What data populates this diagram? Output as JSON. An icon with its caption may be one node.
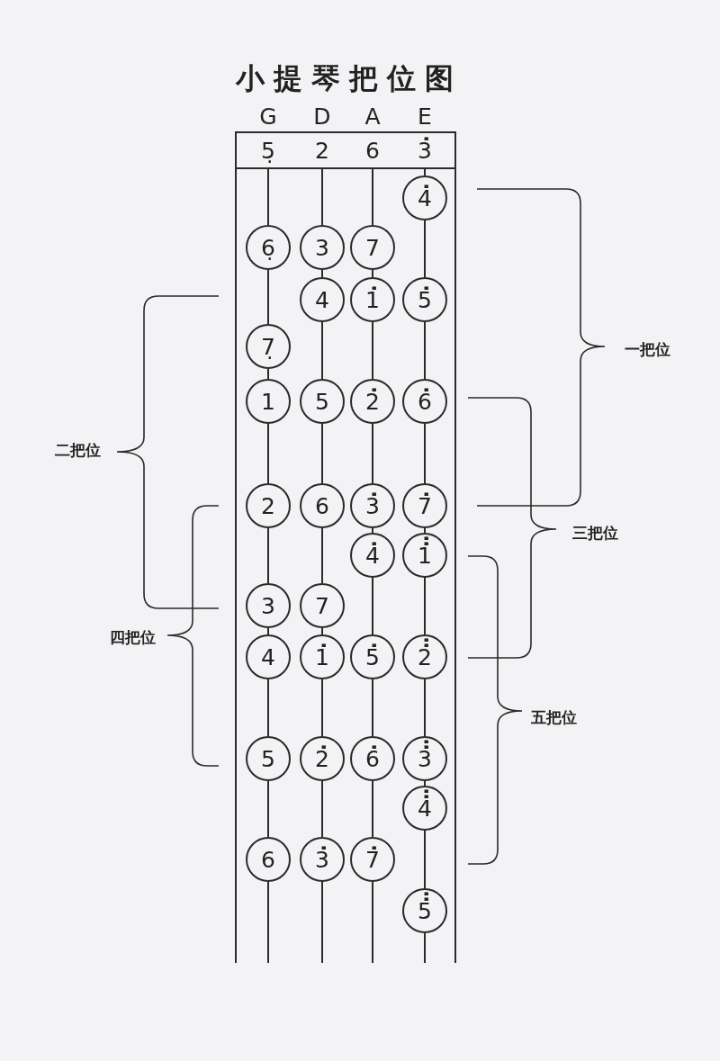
{
  "diagram": {
    "title": "小提琴把位图",
    "nodes": [
      {
        "text": [
          "5̣",
          "2",
          "6",
          "3̇"
        ]
      },
      {
        "text": [
          "4̇"
        ]
      },
      {
        "text": [
          "6̣"
        ]
      },
      {
        "text": [
          "3"
        ]
      },
      {
        "text": [
          "7"
        ]
      },
      {
        "text": [
          "4"
        ]
      },
      {
        "text": [
          "1̇"
        ]
      },
      {
        "text": [
          "5̇"
        ]
      },
      {
        "text": [
          "7̣"
        ]
      },
      {
        "text": [
          "1"
        ]
      },
      {
        "text": [
          "5"
        ]
      },
      {
        "text": [
          "2̇"
        ]
      },
      {
        "text": [
          "6̇"
        ]
      },
      {
        "text": [
          "2"
        ]
      },
      {
        "text": [
          "6"
        ]
      },
      {
        "text": [
          "3̇"
        ]
      },
      {
        "text": [
          "7̇"
        ]
      },
      {
        "text": [
          "4̇"
        ]
      },
      {
        "text": [
          "1̇̇"
        ]
      },
      {
        "text": [
          "3"
        ]
      },
      {
        "text": [
          "7"
        ]
      },
      {
        "text": [
          "4"
        ]
      },
      {
        "text": [
          "1̇"
        ]
      },
      {
        "text": [
          "5̇"
        ]
      },
      {
        "text": [
          "2̇̇"
        ]
      },
      {
        "text": [
          "5"
        ]
      },
      {
        "text": [
          "2̇"
        ]
      },
      {
        "text": [
          "6̇"
        ]
      },
      {
        "text": [
          "3̇̇"
        ]
      },
      {
        "text": [
          "4̇̇"
        ]
      },
      {
        "text": [
          "6"
        ]
      },
      {
        "text": [
          "3̇"
        ]
      },
      {
        "text": [
          "7̇"
        ]
      },
      {
        "text": [
          "5̇̇"
        ]
      }
    ],
    "edges": [
      {
        "from": 0,
        "to": 2,
        "arrow": "none"
      },
      {
        "from": 2,
        "to": 8,
        "arrow": "none"
      },
      {
        "from": 8,
        "to": 9,
        "arrow": "none"
      },
      {
        "from": 9,
        "to": 13,
        "arrow": "none"
      },
      {
        "from": 13,
        "to": 19,
        "arrow": "none"
      },
      {
        "from": 19,
        "to": 21,
        "arrow": "none"
      },
      {
        "from": 21,
        "to": 25,
        "arrow": "none"
      },
      {
        "from": 25,
        "to": 30,
        "arrow": "none"
      },
      {
        "from": 30,
        "to": null,
        "arrow": "none"
      },
      {
        "from": 0,
        "to": 3,
        "arrow": "none"
      },
      {
        "from": 3,
        "to": 5,
        "arrow": "none"
      },
      {
        "from": 5,
        "to": 10,
        "arrow": "none"
      },
      {
        "from": 10,
        "to": 14,
        "arrow": "none"
      },
      {
        "from": 14,
        "to": 20,
        "arrow": "none"
      },
      {
        "from": 20,
        "to": 22,
        "arrow": "none"
      },
      {
        "from": 22,
        "to": 26,
        "arrow": "none"
      },
      {
        "from": 26,
        "to": 31,
        "arrow": "none"
      },
      {
        "from": 31,
        "to": null,
        "arrow": "none"
      },
      {
        "from": 0,
        "to": 4,
        "arrow": "none"
      },
      {
        "from": 4,
        "to": 6,
        "arrow": "none"
      },
      {
        "from": 6,
        "to": 11,
        "arrow": "none"
      },
      {
        "from": 11,
        "to": 15,
        "arrow": "none"
      },
      {
        "from": 15,
        "to": 17,
        "arrow": "none"
      },
      {
        "from": 17,
        "to": 23,
        "arrow": "none"
      },
      {
        "from": 23,
        "to": 27,
        "arrow": "none"
      },
      {
        "from": 27,
        "to": 32,
        "arrow": "none"
      },
      {
        "from": 32,
        "to": null,
        "arrow": "none"
      },
      {
        "from": 0,
        "to": 1,
        "arrow": "none"
      },
      {
        "from": 1,
        "to": 7,
        "arrow": "none"
      },
      {
        "from": 7,
        "to": 12,
        "arrow": "none"
      },
      {
        "from": 12,
        "to": 16,
        "arrow": "none"
      },
      {
        "from": 16,
        "to": 18,
        "arrow": "none"
      },
      {
        "from": 18,
        "to": 24,
        "arrow": "none"
      },
      {
        "from": 24,
        "to": 28,
        "arrow": "none"
      },
      {
        "from": 28,
        "to": 29,
        "arrow": "none"
      },
      {
        "from": 29,
        "to": 33,
        "arrow": "none"
      },
      {
        "from": 33,
        "to": null,
        "arrow": "none"
      }
    ],
    "labels": [
      "G",
      "D",
      "A",
      "E",
      "一把位",
      "二把位",
      "三把位",
      "四把位",
      "五把位"
    ]
  }
}
